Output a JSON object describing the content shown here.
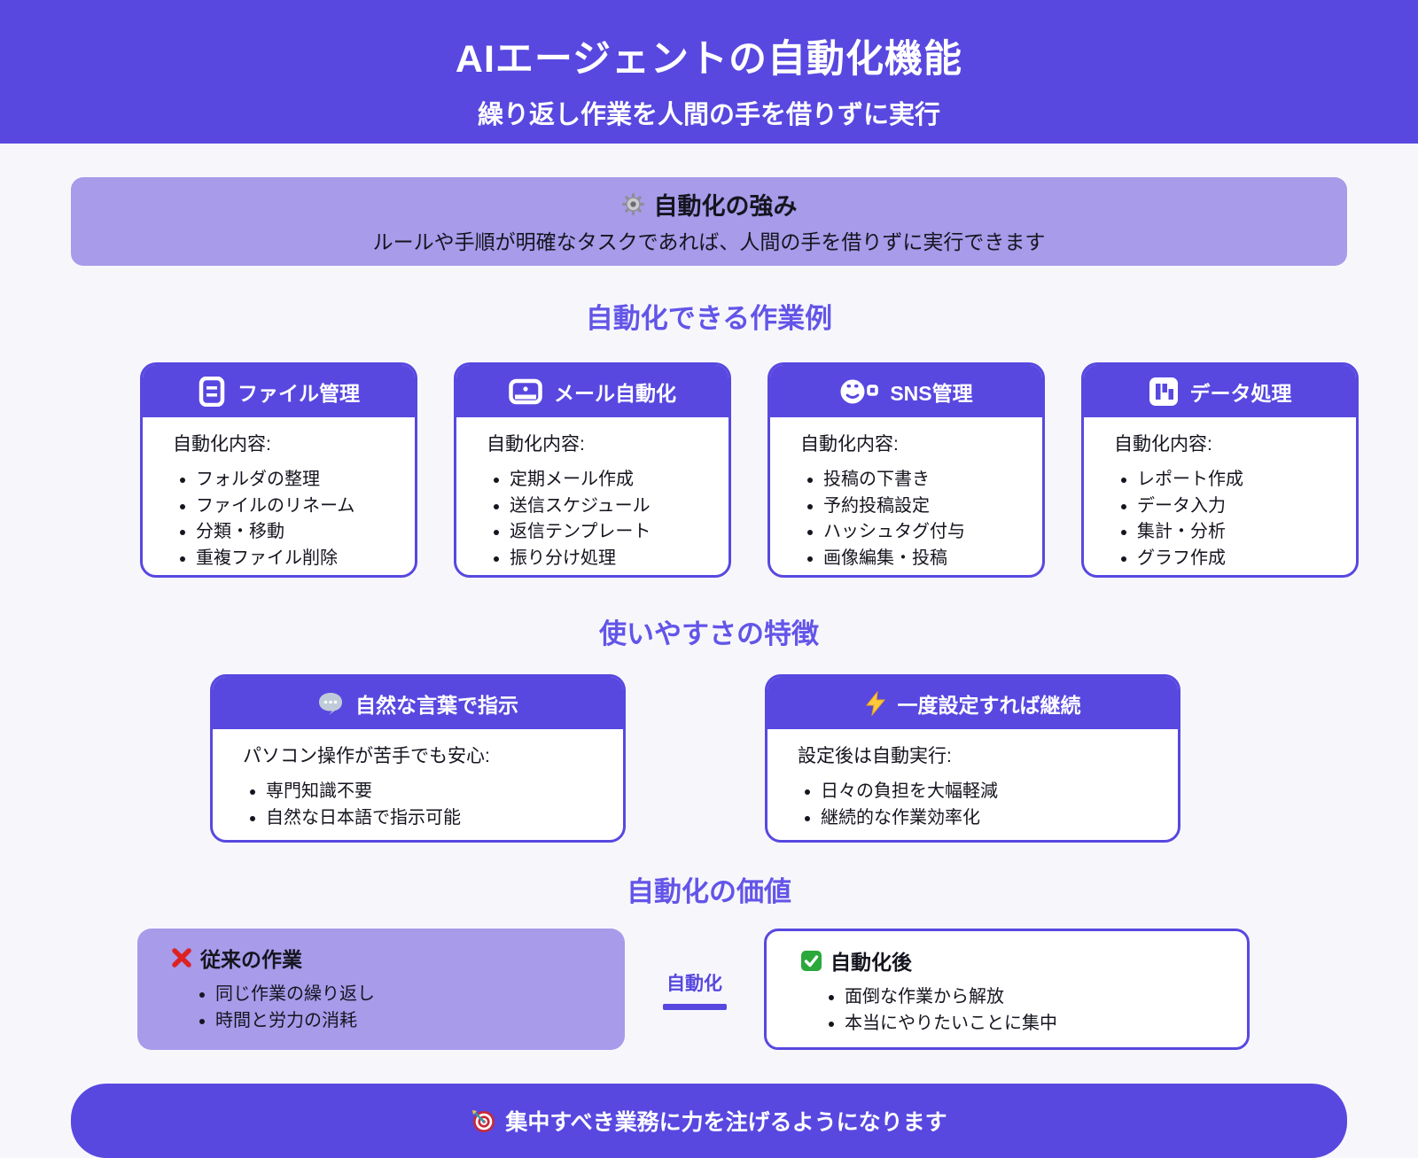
{
  "colors": {
    "primary": "#5848E0",
    "primary_light": "#A79BEA",
    "background": "#F7F7FB",
    "section_title": "#6355E8",
    "text": "#15151F",
    "cross_red": "#DD2222",
    "check_green": "#2BA83C",
    "bolt_yellow": "#FFC83D"
  },
  "header": {
    "title": "AIエージェントの自動化機能",
    "subtitle": "繰り返し作業を人間の手を借りずに実行"
  },
  "strength_banner": {
    "icon": "gear-icon",
    "title": "自動化の強み",
    "description": "ルールや手順が明確なタスクであれば、人間の手を借りずに実行できます"
  },
  "tasks_section": {
    "title": "自動化できる作業例",
    "cards": [
      {
        "icon": "file-icon",
        "title": "ファイル管理",
        "lead": "自動化内容:",
        "items": [
          "フォルダの整理",
          "ファイルのリネーム",
          "分類・移動",
          "重複ファイル削除"
        ]
      },
      {
        "icon": "mail-icon",
        "title": "メール自動化",
        "lead": "自動化内容:",
        "items": [
          "定期メール作成",
          "送信スケジュール",
          "返信テンプレート",
          "振り分け処理"
        ]
      },
      {
        "icon": "sns-icon",
        "title": "SNS管理",
        "lead": "自動化内容:",
        "items": [
          "投稿の下書き",
          "予約投稿設定",
          "ハッシュタグ付与",
          "画像編集・投稿"
        ]
      },
      {
        "icon": "chart-icon",
        "title": "データ処理",
        "lead": "自動化内容:",
        "items": [
          "レポート作成",
          "データ入力",
          "集計・分析",
          "グラフ作成"
        ]
      }
    ]
  },
  "features_section": {
    "title": "使いやすさの特徴",
    "cards": [
      {
        "icon": "speech-balloon-icon",
        "title": "自然な言葉で指示",
        "lead": "パソコン操作が苦手でも安心:",
        "items": [
          "専門知識不要",
          "自然な日本語で指示可能"
        ]
      },
      {
        "icon": "lightning-icon",
        "title": "一度設定すれば継続",
        "lead": "設定後は自動実行:",
        "items": [
          "日々の負担を大幅軽減",
          "継続的な作業効率化"
        ]
      }
    ]
  },
  "value_section": {
    "title": "自動化の価値",
    "before": {
      "icon": "cross-mark-icon",
      "title": "従来の作業",
      "items": [
        "同じ作業の繰り返し",
        "時間と労力の消耗"
      ]
    },
    "arrow_label": "自動化",
    "after": {
      "icon": "check-mark-icon",
      "title": "自動化後",
      "items": [
        "面倒な作業から解放",
        "本当にやりたいことに集中"
      ]
    }
  },
  "footer": {
    "icon": "target-icon",
    "text": "集中すべき業務に力を注げるようになります"
  }
}
